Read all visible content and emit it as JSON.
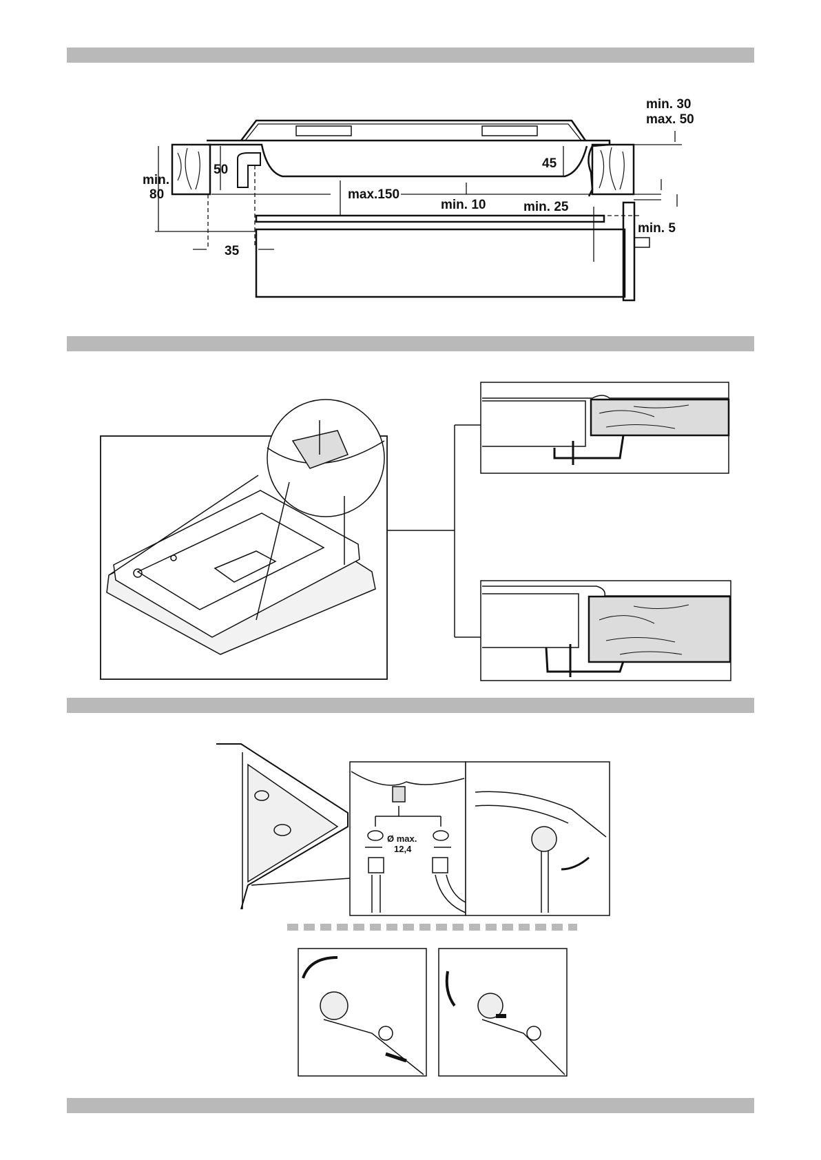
{
  "sections": {
    "band_1": "",
    "band_2": "",
    "band_3": "",
    "band_4": ""
  },
  "figure_1": {
    "labels": {
      "min30": "min. 30",
      "max50": "max. 50",
      "d45": "45",
      "d50": "50",
      "min": "min.",
      "d80": "80",
      "max150": "max.150",
      "min10": "min. 10",
      "min25": "min. 25",
      "min5": "min. 5",
      "d35": "35"
    }
  },
  "figure_3": {
    "labels": {
      "diameter": "Ø max.",
      "diameter_value": "12,4"
    }
  }
}
